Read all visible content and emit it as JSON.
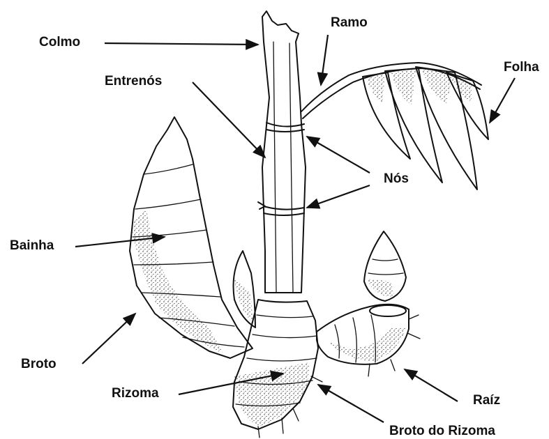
{
  "labels": {
    "colmo": "Colmo",
    "ramo": "Ramo",
    "entrenos": "Entrenós",
    "folha": "Folha",
    "nos": "Nós",
    "bainha": "Bainha",
    "broto": "Broto",
    "rizoma": "Rizoma",
    "raiz": "Raíz",
    "broto_do_rizoma": "Broto do Rizoma"
  },
  "colors": {
    "ink": "#111111",
    "background": "#ffffff"
  }
}
